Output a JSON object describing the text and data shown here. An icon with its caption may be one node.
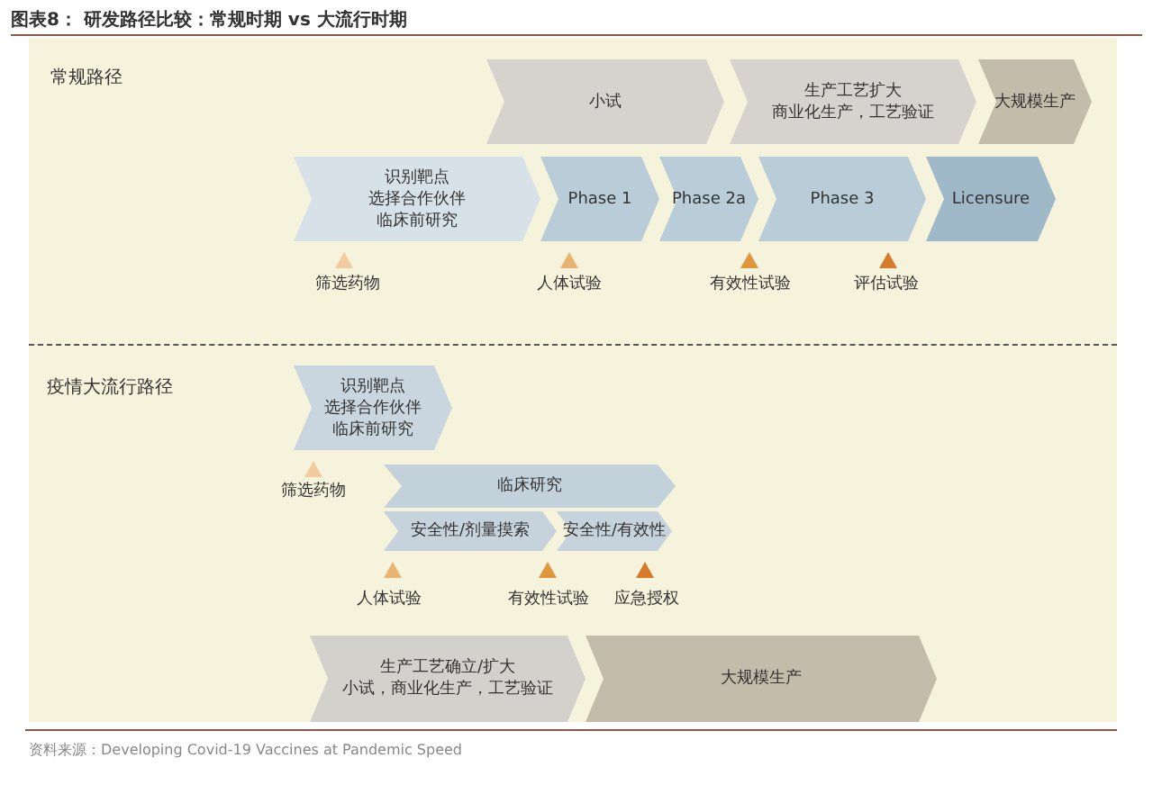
{
  "diagram": {
    "title": "图表8： 研发路径比较：常规时期 vs 大流行时期",
    "caption": "资料来源：Developing Covid-19 Vaccines at Pandemic Speed",
    "nodes": [
      {
        "text": [
          "小试"
        ]
      },
      {
        "text": [
          "生产工艺扩大",
          "商业化生产，工艺验证"
        ]
      },
      {
        "text": [
          "大规模生产"
        ]
      },
      {
        "text": [
          "识别靶点",
          "选择合作伙伴",
          "临床前研究"
        ]
      },
      {
        "text": [
          "Phase 1"
        ]
      },
      {
        "text": [
          "Phase 2a"
        ]
      },
      {
        "text": [
          "Phase 3"
        ]
      },
      {
        "text": [
          "Licensure"
        ]
      },
      {
        "text": [
          "识别靶点",
          "选择合作伙伴",
          "临床前研究"
        ]
      },
      {
        "text": [
          "临床研究"
        ]
      },
      {
        "text": [
          "安全性/剂量摸索"
        ]
      },
      {
        "text": [
          "安全性/有效性"
        ]
      },
      {
        "text": [
          "生产工艺确立/扩大",
          "小试，商业化生产，工艺验证"
        ]
      },
      {
        "text": [
          "大规模生产"
        ]
      }
    ],
    "labels": [
      "常规路径",
      "筛选药物",
      "人体试验",
      "有效性试验",
      "评估试验",
      "疫情大流行路径",
      "筛选药物",
      "人体试验",
      "有效性试验",
      "应急授权"
    ]
  }
}
